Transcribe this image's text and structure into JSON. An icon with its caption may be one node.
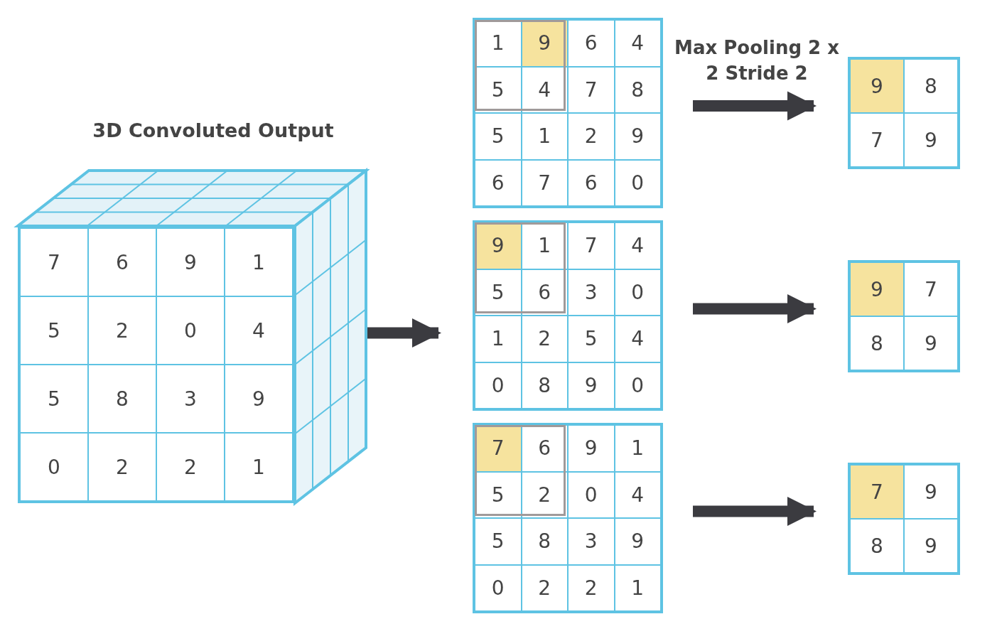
{
  "diagram": {
    "nodes": [
      {
        "text": [
          "3D Convoluted Output"
        ]
      },
      {
        "text": [
          "7"
        ],
        "in": 0
      },
      {
        "text": [
          "6"
        ],
        "in": 0
      },
      {
        "text": [
          "9"
        ],
        "in": 0
      },
      {
        "text": [
          "1"
        ],
        "in": 0
      },
      {
        "text": [
          "5"
        ],
        "in": 0
      },
      {
        "text": [
          "2"
        ],
        "in": 0
      },
      {
        "text": [
          "0"
        ],
        "in": 0
      },
      {
        "text": [
          "4"
        ],
        "in": 0
      },
      {
        "text": [
          "5"
        ],
        "in": 0
      },
      {
        "text": [
          "8"
        ],
        "in": 0
      },
      {
        "text": [
          "3"
        ],
        "in": 0
      },
      {
        "text": [
          "9"
        ],
        "in": 0
      },
      {
        "text": [
          "0"
        ],
        "in": 0
      },
      {
        "text": [
          "2"
        ],
        "in": 0
      },
      {
        "text": [
          "2"
        ],
        "in": 0
      },
      {
        "text": [
          "1"
        ],
        "in": 0
      },
      {
        "text": [],
        "shape": "box"
      },
      {
        "text": [
          "1"
        ],
        "in": 17
      },
      {
        "text": [
          "9"
        ],
        "in": 17
      },
      {
        "text": [
          "6"
        ],
        "in": 17
      },
      {
        "text": [
          "4"
        ],
        "in": 17
      },
      {
        "text": [
          "5"
        ],
        "in": 17
      },
      {
        "text": [
          "4"
        ],
        "in": 17
      },
      {
        "text": [
          "7"
        ],
        "in": 17
      },
      {
        "text": [
          "8"
        ],
        "in": 17
      },
      {
        "text": [
          "5"
        ],
        "in": 17
      },
      {
        "text": [
          "1"
        ],
        "in": 17
      },
      {
        "text": [
          "2"
        ],
        "in": 17
      },
      {
        "text": [
          "9"
        ],
        "in": 17
      },
      {
        "text": [
          "6"
        ],
        "in": 17
      },
      {
        "text": [
          "7"
        ],
        "in": 17
      },
      {
        "text": [
          "6"
        ],
        "in": 17
      },
      {
        "text": [
          "0"
        ],
        "in": 17
      },
      {
        "text": [],
        "shape": "box"
      },
      {
        "text": [
          "9"
        ],
        "in": 34
      },
      {
        "text": [
          "8"
        ],
        "in": 34
      },
      {
        "text": [
          "7"
        ],
        "in": 34
      },
      {
        "text": [
          "9"
        ],
        "in": 34
      },
      {
        "text": [],
        "shape": "box"
      },
      {
        "text": [
          "9"
        ],
        "in": 39
      },
      {
        "text": [
          "1"
        ],
        "in": 39
      },
      {
        "text": [
          "7"
        ],
        "in": 39
      },
      {
        "text": [
          "4"
        ],
        "in": 39
      },
      {
        "text": [
          "5"
        ],
        "in": 39
      },
      {
        "text": [
          "6"
        ],
        "in": 39
      },
      {
        "text": [
          "3"
        ],
        "in": 39
      },
      {
        "text": [
          "0"
        ],
        "in": 39
      },
      {
        "text": [
          "1"
        ],
        "in": 39
      },
      {
        "text": [
          "2"
        ],
        "in": 39
      },
      {
        "text": [
          "5"
        ],
        "in": 39
      },
      {
        "text": [
          "4"
        ],
        "in": 39
      },
      {
        "text": [
          "0"
        ],
        "in": 39
      },
      {
        "text": [
          "8"
        ],
        "in": 39
      },
      {
        "text": [
          "9"
        ],
        "in": 39
      },
      {
        "text": [
          "0"
        ],
        "in": 39
      },
      {
        "text": [],
        "shape": "box"
      },
      {
        "text": [
          "9"
        ],
        "in": 56
      },
      {
        "text": [
          "7"
        ],
        "in": 56
      },
      {
        "text": [
          "8"
        ],
        "in": 56
      },
      {
        "text": [
          "9"
        ],
        "in": 56
      },
      {
        "text": [],
        "shape": "box"
      },
      {
        "text": [
          "7"
        ],
        "in": 61
      },
      {
        "text": [
          "6"
        ],
        "in": 61
      },
      {
        "text": [
          "9"
        ],
        "in": 61
      },
      {
        "text": [
          "1"
        ],
        "in": 61
      },
      {
        "text": [
          "5"
        ],
        "in": 61
      },
      {
        "text": [
          "2"
        ],
        "in": 61
      },
      {
        "text": [
          "0"
        ],
        "in": 61
      },
      {
        "text": [
          "4"
        ],
        "in": 61
      },
      {
        "text": [
          "5"
        ],
        "in": 61
      },
      {
        "text": [
          "8"
        ],
        "in": 61
      },
      {
        "text": [
          "3"
        ],
        "in": 61
      },
      {
        "text": [
          "9"
        ],
        "in": 61
      },
      {
        "text": [
          "0"
        ],
        "in": 61
      },
      {
        "text": [
          "2"
        ],
        "in": 61
      },
      {
        "text": [
          "2"
        ],
        "in": 61
      },
      {
        "text": [
          "1"
        ],
        "in": 61
      },
      {
        "text": [],
        "shape": "box"
      },
      {
        "text": [
          "7"
        ],
        "in": 78
      },
      {
        "text": [
          "9"
        ],
        "in": 78
      },
      {
        "text": [
          "8"
        ],
        "in": 78
      },
      {
        "text": [
          "9"
        ],
        "in": 78
      }
    ],
    "edges": [
      {
        "from": 0,
        "to": 39,
        "arrow": "to"
      },
      {
        "from": 17,
        "to": 34,
        "arrow": "to",
        "label": "Max Pooling 2 x 2 Stride 2"
      },
      {
        "from": 39,
        "to": 56,
        "arrow": "to"
      },
      {
        "from": 61,
        "to": 78,
        "arrow": "to"
      }
    ]
  }
}
